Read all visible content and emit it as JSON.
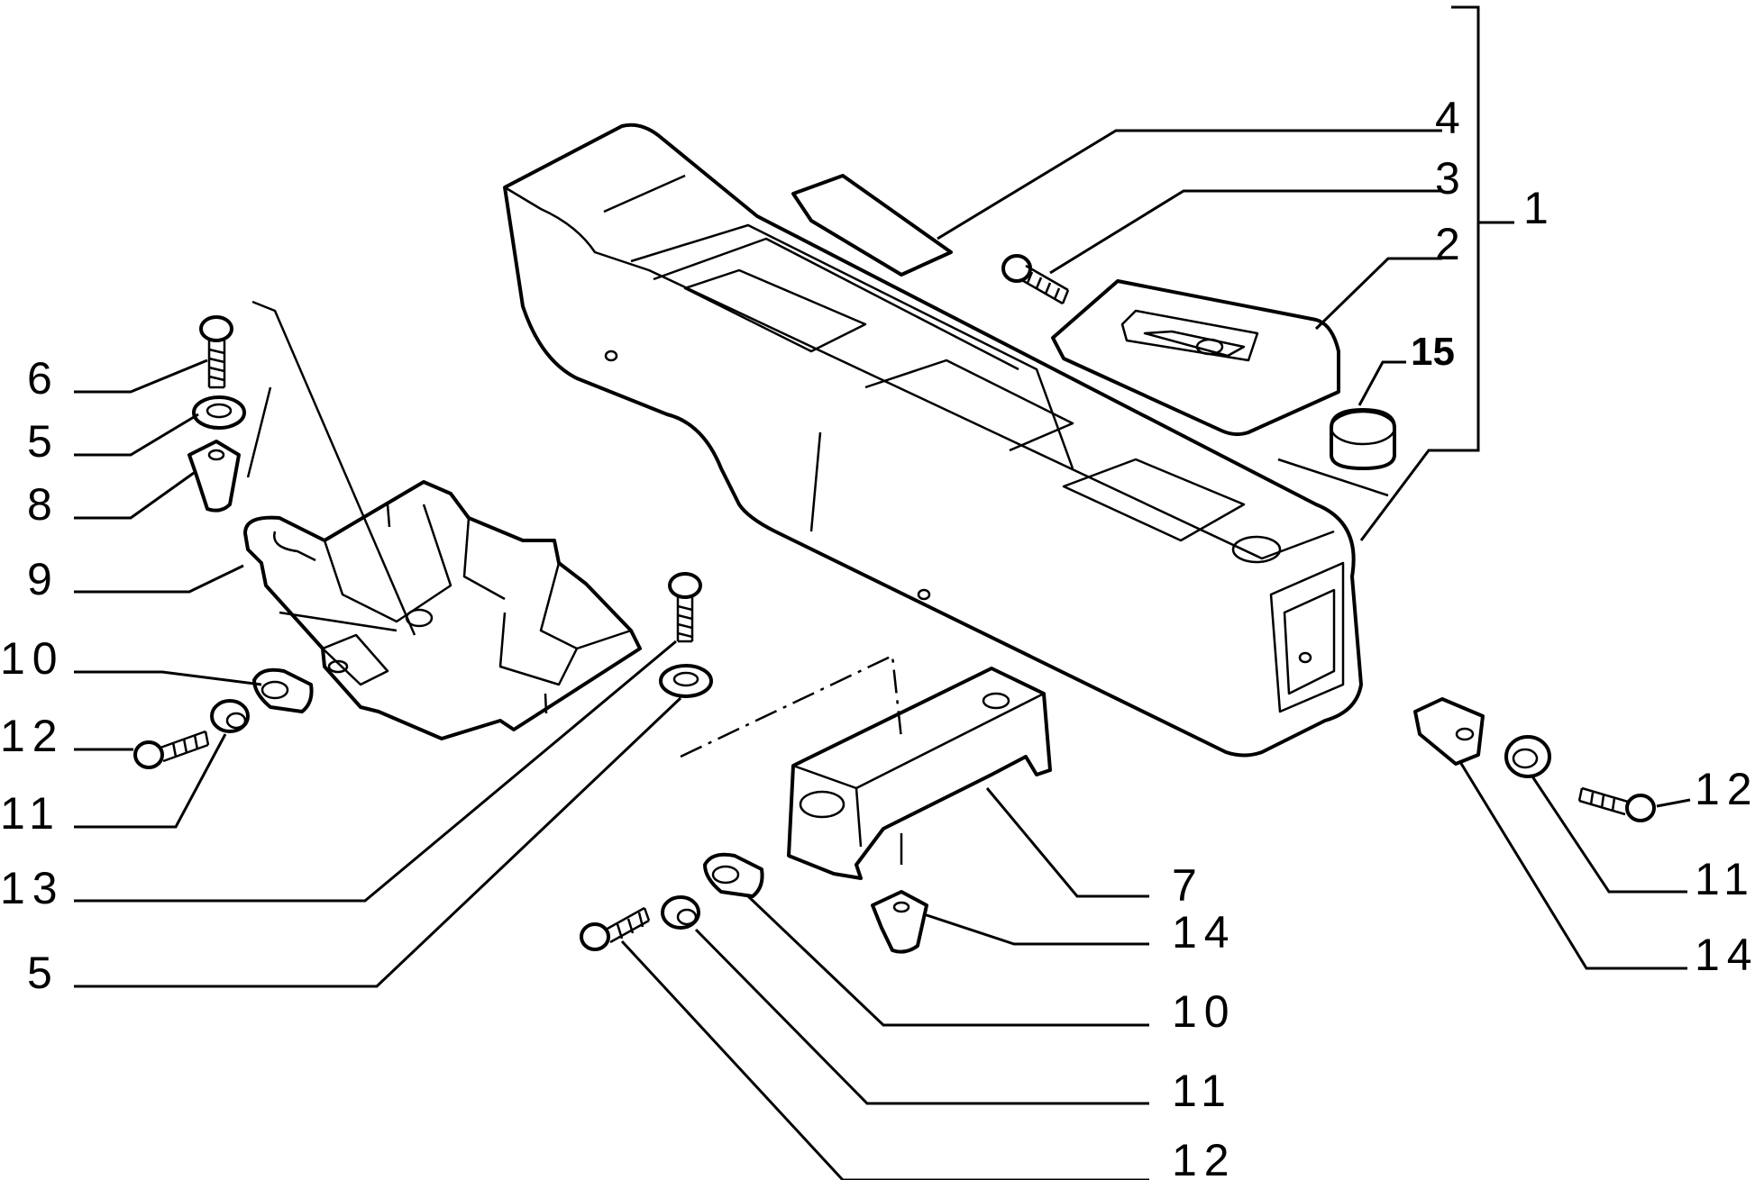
{
  "callouts": {
    "c1": "1",
    "c2": "2",
    "c3": "3",
    "c4": "4",
    "c15": "15",
    "c6": "6",
    "c5a": "5",
    "c8": "8",
    "c9": "9",
    "c10a": "10",
    "c12a": "12",
    "c11a": "11",
    "c13": "13",
    "c5b": "5",
    "c7": "7",
    "c14a": "14",
    "c10b": "10",
    "c11b": "11",
    "c12b": "12",
    "c12c": "12",
    "c11c": "11",
    "c14b": "14"
  }
}
